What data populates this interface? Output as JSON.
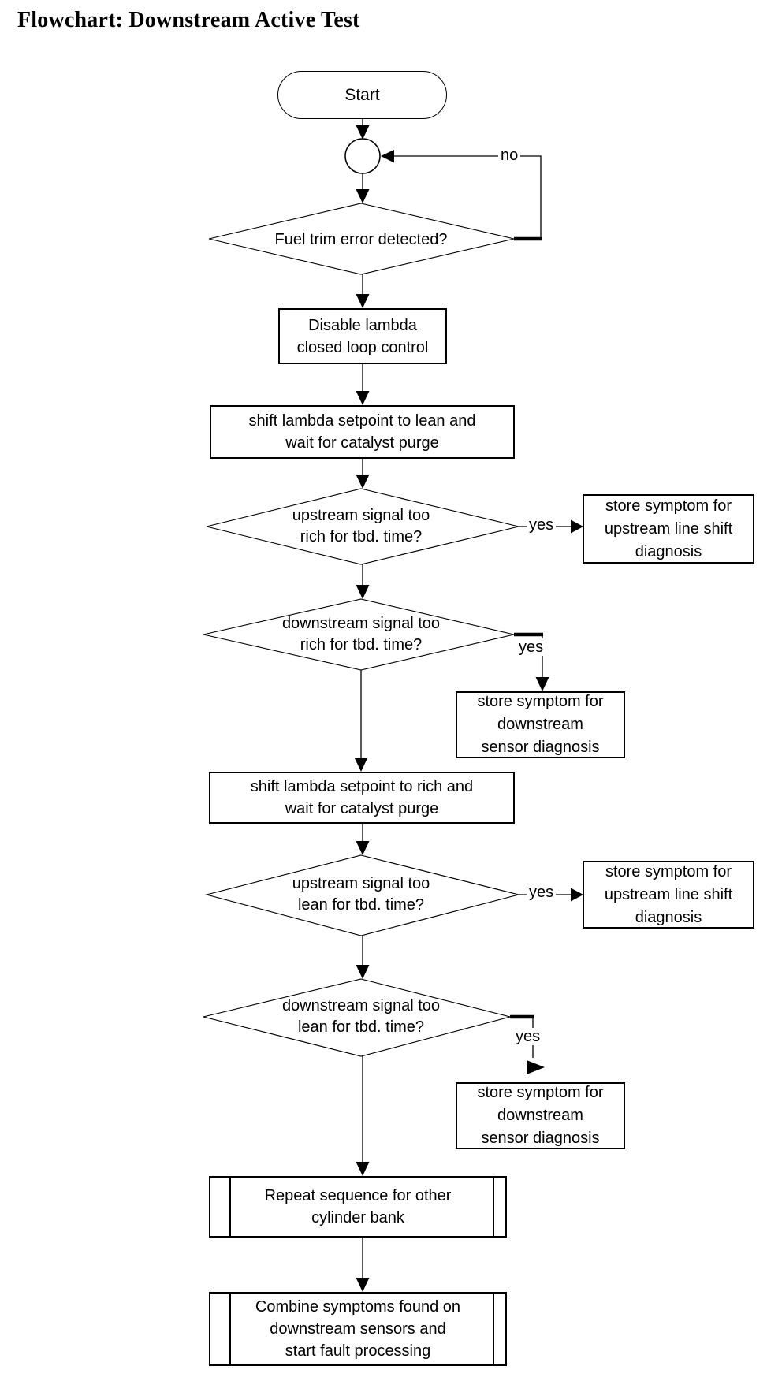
{
  "title": "Flowchart: Downstream Active Test",
  "nodes": {
    "start": "Start",
    "fuel_trim_decision": "Fuel trim error detected?",
    "disable_lambda": "Disable lambda\nclosed loop control",
    "shift_lean": "shift lambda setpoint to lean and\nwait for catalyst purge",
    "upstream_rich_decision": "upstream signal too\nrich for tbd. time?",
    "store_upstream_shift_1": "store symptom for\nupstream line shift\ndiagnosis",
    "downstream_rich_decision": "downstream signal too\nrich for tbd. time?",
    "store_downstream_sensor_1": "store symptom for\ndownstream\nsensor diagnosis",
    "shift_rich": "shift lambda setpoint to rich and\nwait for catalyst purge",
    "upstream_lean_decision": "upstream signal too\nlean for tbd. time?",
    "store_upstream_shift_2": "store symptom for\nupstream line shift\ndiagnosis",
    "downstream_lean_decision": "downstream signal too\nlean for tbd. time?",
    "store_downstream_sensor_2": "store symptom for\ndownstream\nsensor diagnosis",
    "repeat_sequence": "Repeat sequence for other\ncylinder bank",
    "combine_symptoms": "Combine symptoms found on\ndownstream sensors and\nstart fault processing"
  },
  "edge_labels": {
    "no": "no",
    "yes_upstream_rich": "yes",
    "yes_downstream_rich": "yes",
    "yes_upstream_lean": "yes",
    "yes_downstream_lean": "yes"
  },
  "colors": {
    "line": "#000000",
    "background": "#ffffff"
  }
}
